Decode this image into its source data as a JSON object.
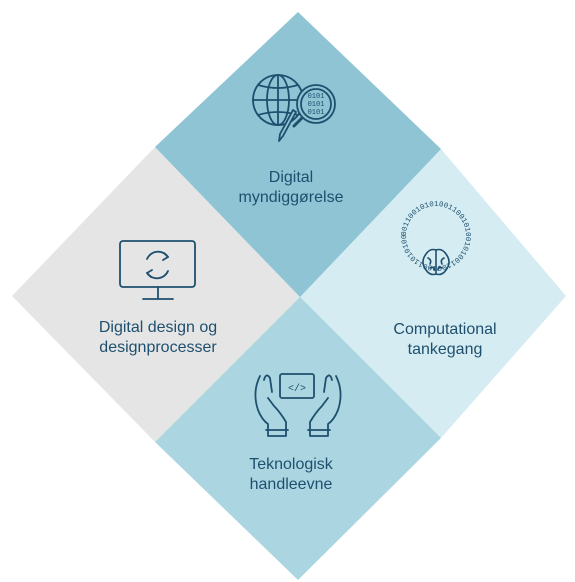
{
  "quadrants": {
    "top": {
      "line1": "Digital",
      "line2": "myndiggørelse",
      "icon": "globe-magnifier-binary-icon",
      "color": "#8ec4d4"
    },
    "left": {
      "line1": "Digital design og",
      "line2": "designprocesser",
      "icon": "monitor-refresh-icon",
      "color": "#e5e5e5"
    },
    "right": {
      "line1": "Computational",
      "line2": "tankegang",
      "icon": "brain-binary-circle-icon",
      "color": "#d4ecf2"
    },
    "bottom": {
      "line1": "Teknologisk",
      "line2": "handleevne",
      "icon": "hands-code-icon",
      "color": "#abd6e1"
    }
  },
  "binary_text": {
    "magnifier_row1": "0101",
    "magnifier_row2": "0101",
    "magnifier_row3": "0101",
    "ring": "00110010101001100101001010011001001101010011"
  },
  "code_symbol": "</>",
  "colors": {
    "text": "#1f4f6e",
    "icon_stroke": "#1f4f6e"
  }
}
